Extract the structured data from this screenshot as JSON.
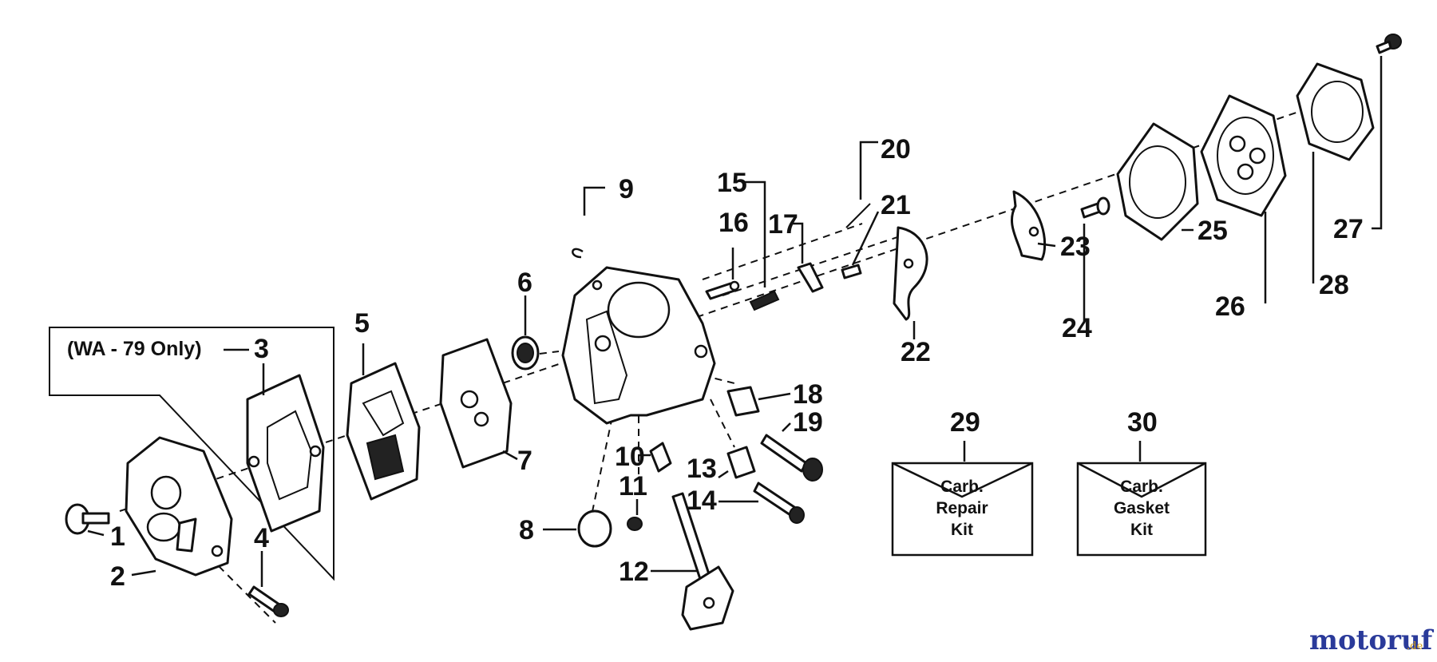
{
  "diagram": {
    "note": "(WA - 79 Only)",
    "callouts": [
      "1",
      "2",
      "3",
      "4",
      "5",
      "6",
      "7",
      "8",
      "9",
      "10",
      "11",
      "12",
      "13",
      "14",
      "15",
      "16",
      "17",
      "18",
      "19",
      "20",
      "21",
      "22",
      "23",
      "24",
      "25",
      "26",
      "27",
      "28",
      "29",
      "30"
    ],
    "kits": [
      {
        "number": "29",
        "line1": "Carb.",
        "line2": "Repair",
        "line3": "Kit"
      },
      {
        "number": "30",
        "line1": "Carb.",
        "line2": "Gasket",
        "line3": "Kit"
      }
    ]
  },
  "watermark": {
    "text": "motoruf",
    "suffix": ".de",
    "color_main": "#2a3a9a",
    "color_accent": "#d4a017"
  }
}
